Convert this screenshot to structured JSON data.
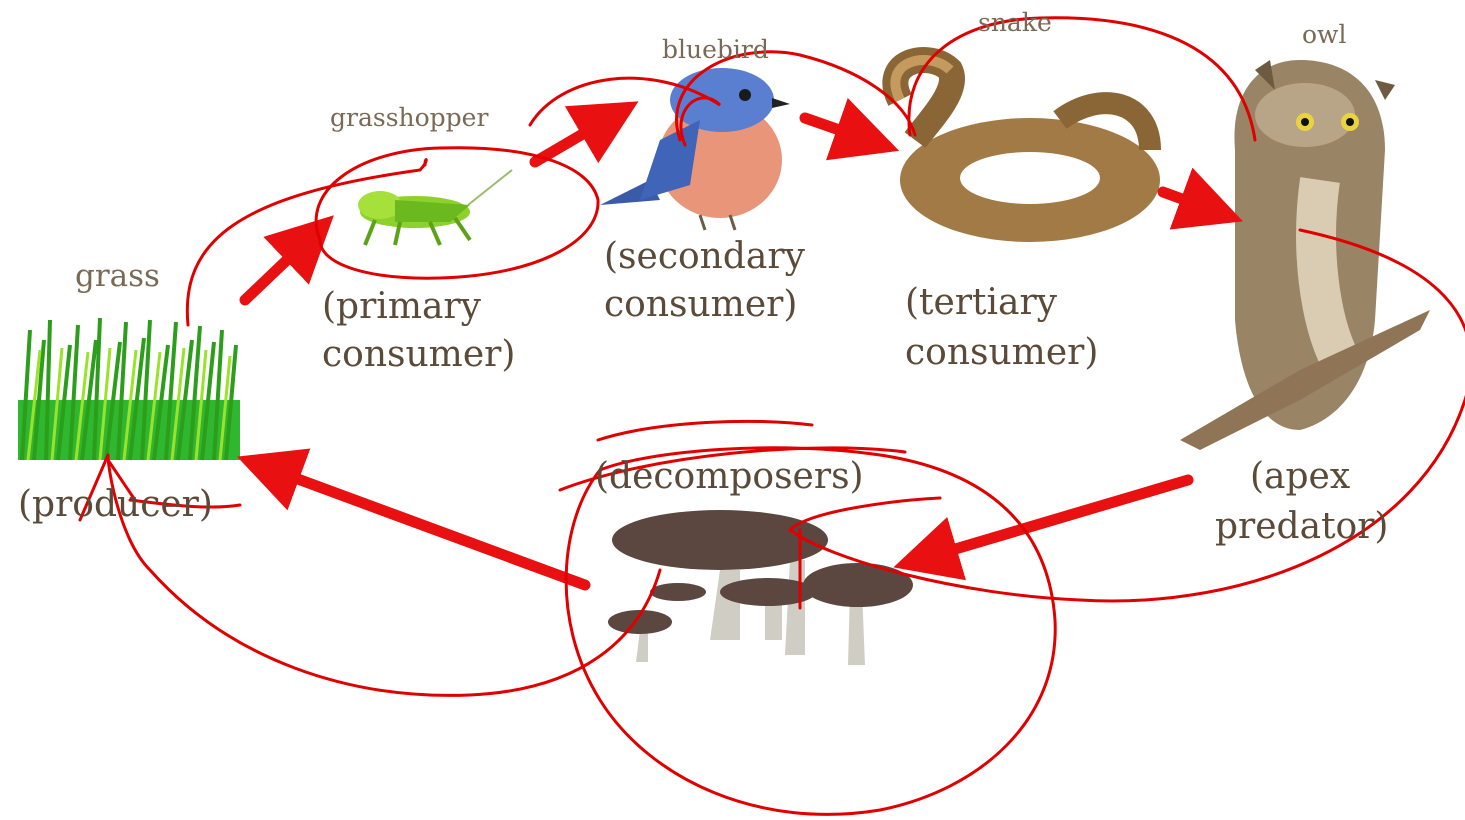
{
  "organisms": {
    "grass": {
      "name": "grass",
      "role": "(producer)"
    },
    "grasshopper": {
      "name": "grasshopper",
      "role_line1": "(primary",
      "role_line2": "consumer)"
    },
    "bluebird": {
      "name": "bluebird",
      "role_line1": "(secondary",
      "role_line2": "consumer)"
    },
    "snake": {
      "name": "snake",
      "role_line1": "(tertiary",
      "role_line2": "consumer)"
    },
    "owl": {
      "name": "owl",
      "role_line1": "(apex",
      "role_line2": "predator)"
    },
    "decomposers": {
      "role": "(decomposers)"
    }
  },
  "colors": {
    "arrow": "#e81010",
    "annotation": "#e00000",
    "label": "#6b5a45"
  },
  "icons": [
    "grass-icon",
    "grasshopper-icon",
    "bluebird-icon",
    "snake-icon",
    "owl-icon",
    "mushroom-icon"
  ]
}
